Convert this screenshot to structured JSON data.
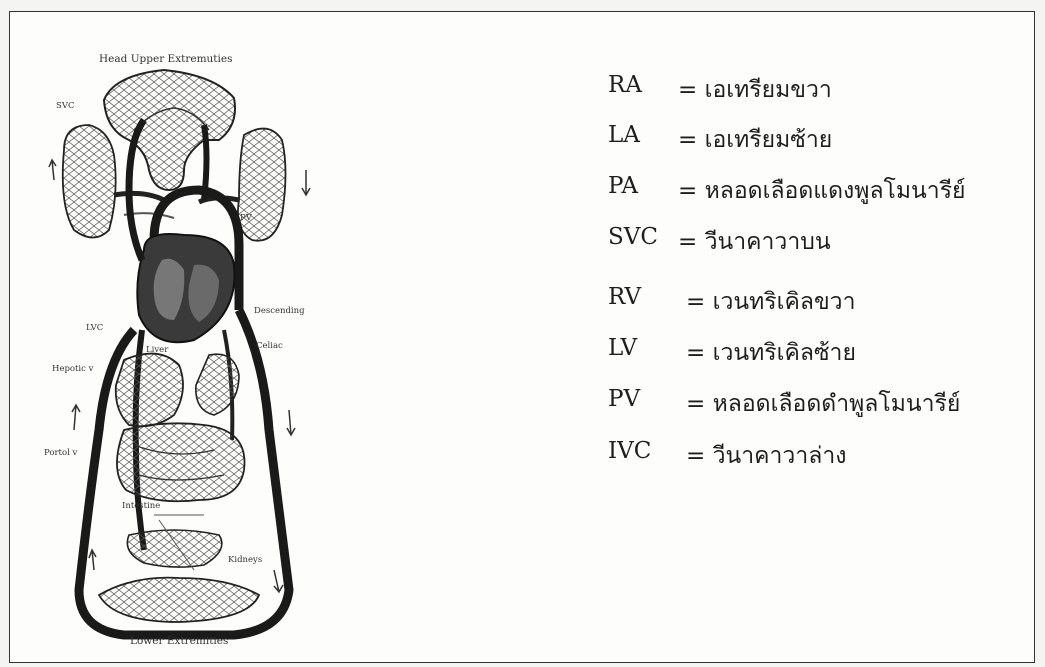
{
  "diagram": {
    "labels": {
      "head": "Head Upper Extremuties",
      "svc": "SVC",
      "pv": "PV",
      "descending": "Descending",
      "lvc": "LVC",
      "celiac": "Celiac",
      "liver": "Liver",
      "hepotic": "Hepotic v",
      "portal": "Portol v",
      "intestine": "Intestine",
      "kidneys": "Kidneys",
      "lower": "Lower Extremities"
    }
  },
  "legend": [
    {
      "abbr": "RA",
      "definition": "= เอเทรียมขวา"
    },
    {
      "abbr": "LA",
      "definition": "= เอเทรียมซ้าย"
    },
    {
      "abbr": "PA",
      "definition": "= หลอดเลือดแดงพูลโมนารีย์"
    },
    {
      "abbr": "SVC",
      "definition": "= วีนาคาวาบน"
    },
    {
      "abbr": "RV",
      "definition": "= เวนทริเคิลขวา"
    },
    {
      "abbr": "LV",
      "definition": "= เวนทริเคิลซ้าย"
    },
    {
      "abbr": "PV",
      "definition": "= หลอดเลือดดำพูลโมนารีย์"
    },
    {
      "abbr": "IVC",
      "definition": "= วีนาคาวาล่าง"
    }
  ]
}
